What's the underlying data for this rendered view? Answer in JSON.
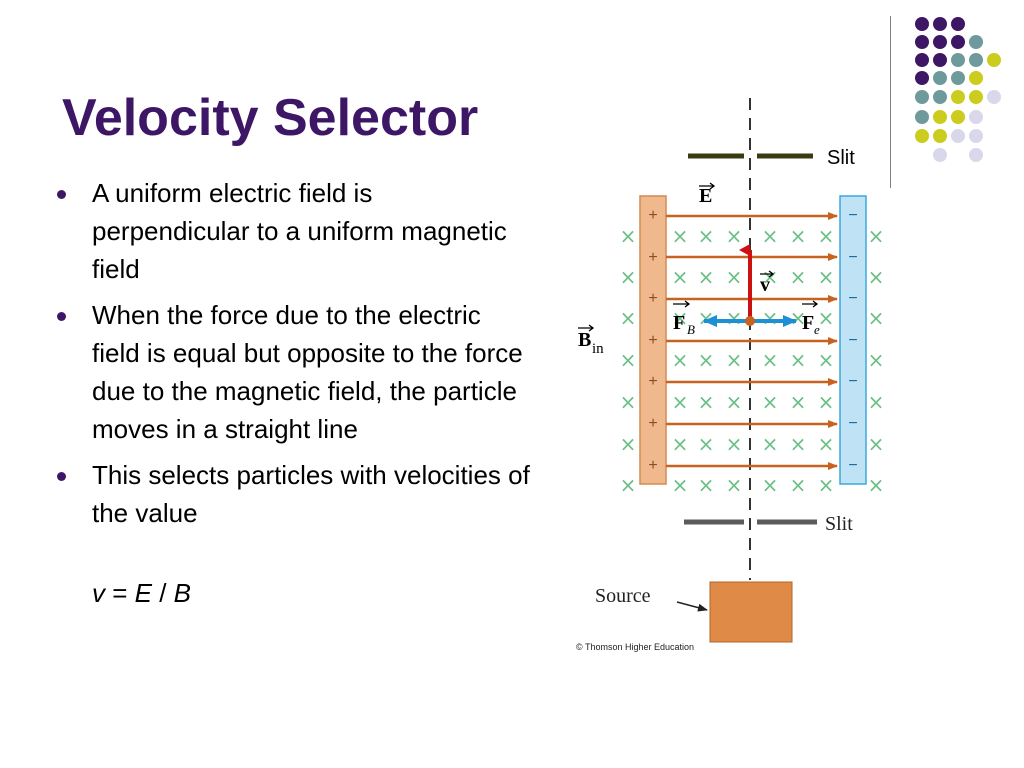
{
  "slide": {
    "title": "Velocity Selector",
    "bullets": [
      "A uniform electric field is perpendicular to a uniform magnetic field",
      "When the force due to the electric field is equal but opposite to the force due to the magnetic field, the particle moves in a straight line",
      "This selects particles with velocities of the value"
    ],
    "formula": {
      "v": "v",
      "eq": " = ",
      "E": "E",
      "slash": " / ",
      "B": "B"
    }
  },
  "figure": {
    "slit_top_label": "Slit",
    "slit_bottom_label": "Slit",
    "source_label": "Source",
    "copyright": "© Thomson Higher Education",
    "E_label": "E",
    "v_label": "v",
    "FB_label": "F",
    "FB_sub": "B",
    "Fe_label": "F",
    "Fe_sub": "e",
    "Bin_label": "B",
    "Bin_sub": "in",
    "plus_sign": "+",
    "minus_sign": "−",
    "cross_sign": "×"
  },
  "colors": {
    "title": "#3d1766",
    "dot_purple": "#3d1766",
    "dot_teal": "#6f9a9b",
    "dot_yellow": "#cbcc1d",
    "dot_lavender": "#d8d8ea",
    "plate_positive": "#efb98d",
    "plate_negative": "#bfe3f5",
    "field_arrow": "#c8621f",
    "velocity_arrow": "#cc1111",
    "force_arrow": "#1d8fd4",
    "cross": "#6abf84"
  },
  "icons": {
    "decor": "dot-grid-icon"
  }
}
